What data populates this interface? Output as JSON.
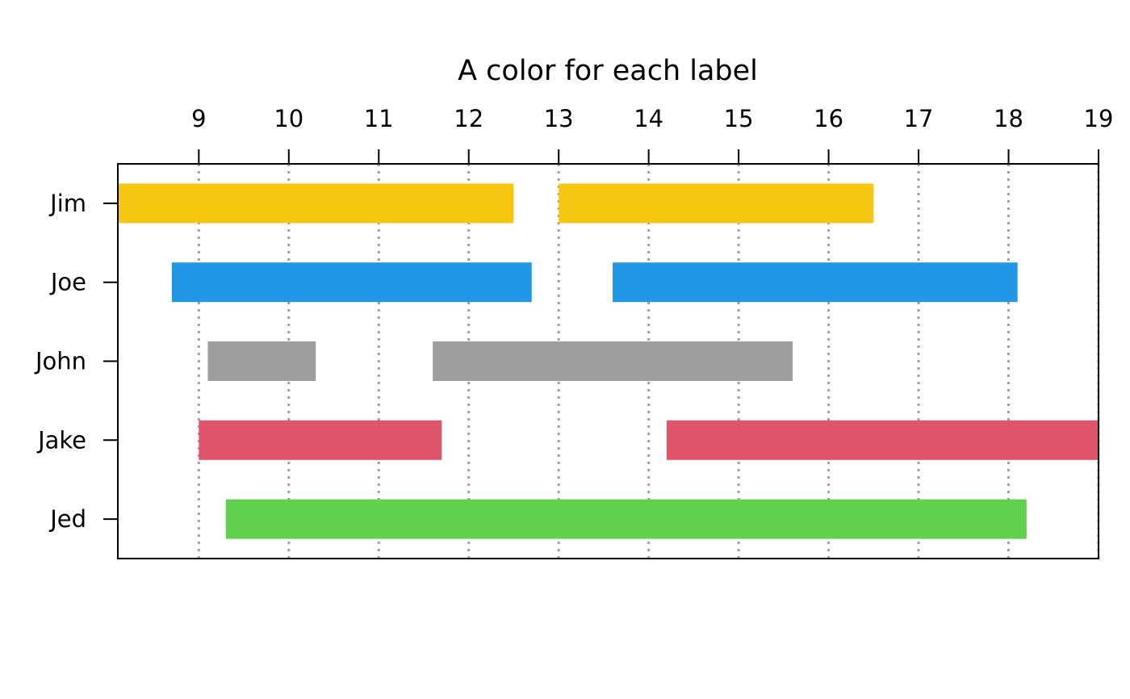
{
  "chart_data": {
    "type": "gantt",
    "title": "A color for each label",
    "xlabel": "",
    "ylabel": "",
    "xlim": [
      8.1,
      19
    ],
    "x_ticks": [
      9,
      10,
      11,
      12,
      13,
      14,
      15,
      16,
      17,
      18,
      19
    ],
    "x_axis_position": "top",
    "grid": "vertical dotted",
    "grid_color": "#a0a0a0",
    "labels": [
      "Jim",
      "Joe",
      "John",
      "Jake",
      "Jed"
    ],
    "series": [
      {
        "name": "Jim",
        "color": "#F5C710",
        "intervals": [
          [
            8.1,
            12.5
          ],
          [
            13.0,
            16.5
          ]
        ]
      },
      {
        "name": "Joe",
        "color": "#2297E6",
        "intervals": [
          [
            8.7,
            12.7
          ],
          [
            13.6,
            18.1
          ]
        ]
      },
      {
        "name": "John",
        "color": "#9E9E9E",
        "intervals": [
          [
            9.1,
            10.3
          ],
          [
            11.6,
            15.6
          ]
        ]
      },
      {
        "name": "Jake",
        "color": "#DF536B",
        "intervals": [
          [
            9.0,
            11.7
          ],
          [
            14.2,
            19.0
          ]
        ]
      },
      {
        "name": "Jed",
        "color": "#61D04F",
        "intervals": [
          [
            9.3,
            18.2
          ]
        ]
      }
    ]
  }
}
